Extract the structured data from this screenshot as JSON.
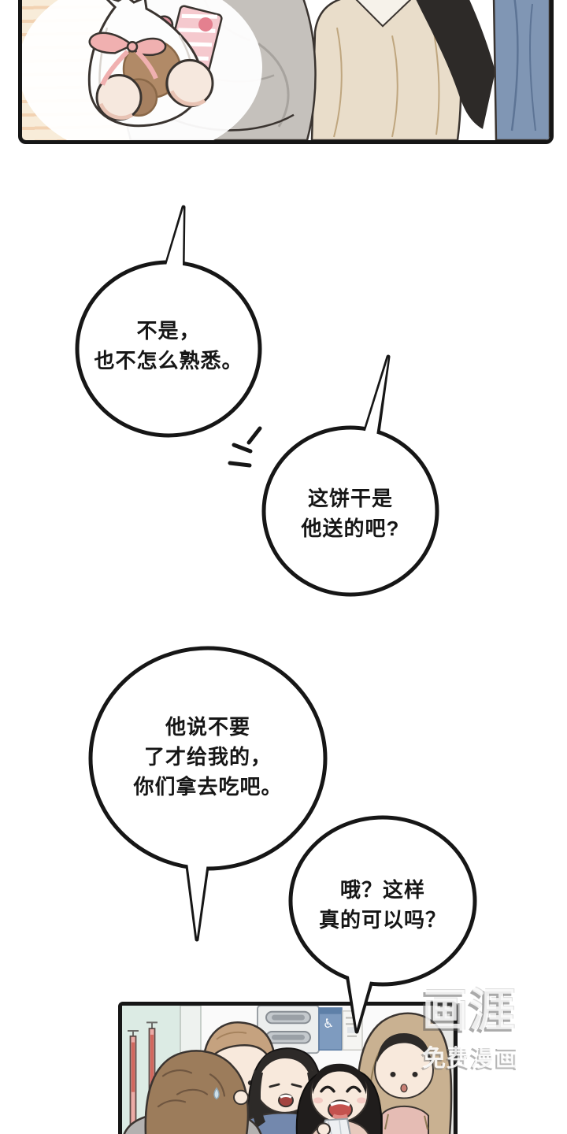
{
  "comic": {
    "bubbles": [
      {
        "name": "bubble-1",
        "lines": [
          "不是，",
          "也不怎么熟悉。"
        ]
      },
      {
        "name": "bubble-2",
        "lines": [
          "这饼干是",
          "他送的吧?"
        ]
      },
      {
        "name": "bubble-3",
        "lines": [
          "他说不要",
          "了才给我的，",
          "你们拿去吃吧。"
        ]
      },
      {
        "name": "bubble-4",
        "lines": [
          "哦？这样",
          "真的可以吗？"
        ]
      }
    ]
  },
  "signs": {
    "accessibility_icon": "♿"
  },
  "watermark": {
    "logo": "画涯",
    "tagline": "免费漫画"
  },
  "colors": {
    "stripe-light": "#f8ecd9",
    "stripe-dark": "#f2d2b2",
    "outline": "#3a3430",
    "bubble-stroke": "#161616",
    "coat-gray": "#c5c1bc",
    "coat-shadow": "#a7a39e",
    "beige": "#e9ddca",
    "beige-fold": "#bfa67f",
    "blue-jacket": "#8096b4",
    "blue-fold": "#5d7495",
    "hair-black": "#2d2a28",
    "bag-white": "#fdfdfd",
    "ribbon-pink": "#f0b0b0",
    "heart-pink": "#d9909b",
    "card-pink": "#f5c9ce",
    "cookie-brown": "#b18a67",
    "cookie-dark": "#8a6848",
    "cream": "#f6e8de",
    "cream-shade": "#e8c3b4",
    "mint": "#dcebe4",
    "rod-pink": "#ecaba6",
    "rod-red": "#d2685e",
    "sign-blue": "#7e9bbf",
    "skin": "#f8e9dc",
    "brown-hair": "#9c7c5b",
    "brown-hair-dark": "#6f5640",
    "lightbrown-hair": "#c5a27f",
    "blue-top": "#7388ad",
    "pink-top": "#e7cabd",
    "hood-tan": "#c9b191",
    "gray-top": "#b3b1b0",
    "mouth-red": "#c4524e",
    "wall-white": "#fafafa"
  }
}
